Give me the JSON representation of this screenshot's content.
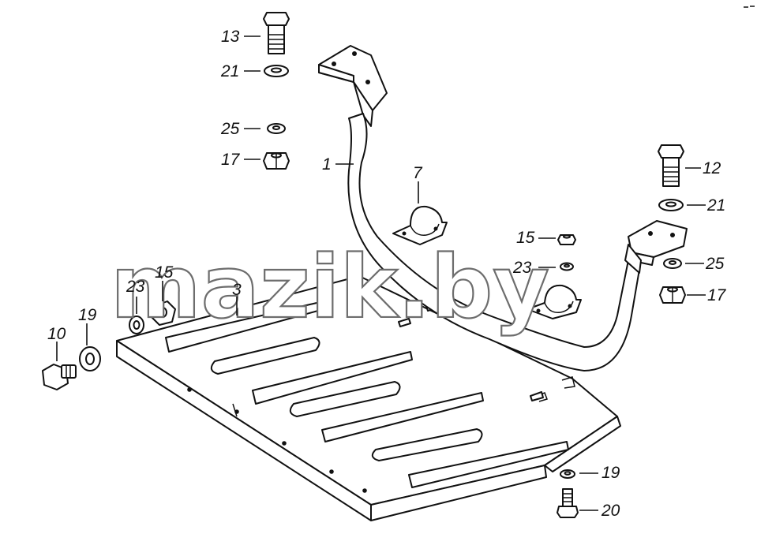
{
  "watermark": "mazik.by",
  "colors": {
    "ink": "#111111",
    "watermark_outline": "#6d6d6d",
    "paper": "#ffffff"
  },
  "callouts": {
    "c1": "1",
    "c3": "3",
    "c7": "7",
    "c10": "10",
    "c12": "12",
    "c13": "13",
    "c15a": "15",
    "c15b": "15",
    "c17a": "17",
    "c17b": "17",
    "c19a": "19",
    "c19b": "19",
    "c20": "20",
    "c21a": "21",
    "c21b": "21",
    "c23a": "23",
    "c23b": "23",
    "c25a": "25",
    "c25b": "25"
  }
}
